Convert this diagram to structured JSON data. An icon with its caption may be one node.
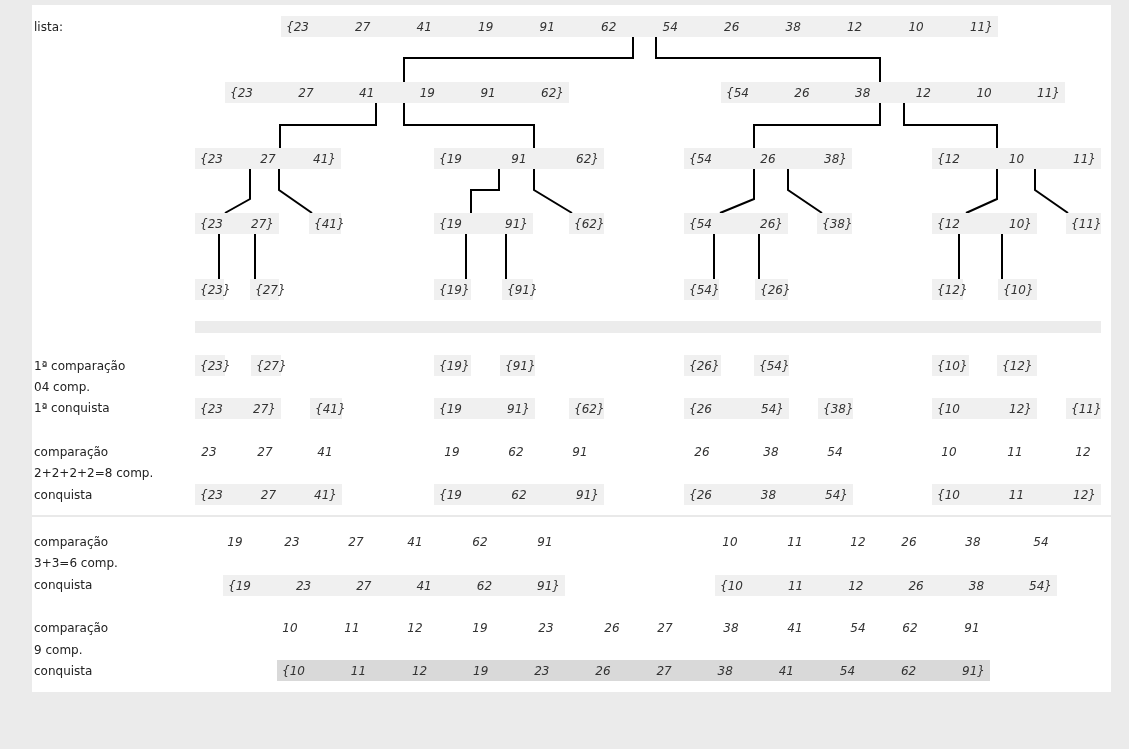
{
  "diagram": {
    "nodes": [
      {
        "text": [
          "{23",
          "27",
          "41",
          "19",
          "91",
          "62",
          "54",
          "26",
          "38",
          "12",
          "10",
          "11}"
        ]
      },
      {
        "text": [
          "{23",
          "27",
          "41",
          "19",
          "91",
          "62}"
        ]
      },
      {
        "text": [
          "{54",
          "26",
          "38",
          "12",
          "10",
          "11}"
        ]
      },
      {
        "text": [
          "{23",
          "27",
          "41}"
        ]
      },
      {
        "text": [
          "{19",
          "91",
          "62}"
        ]
      },
      {
        "text": [
          "{54",
          "26",
          "38}"
        ]
      },
      {
        "text": [
          "{12",
          "10",
          "11}"
        ]
      },
      {
        "text": [
          "{23",
          "27}"
        ]
      },
      {
        "text": [
          "{41}"
        ]
      },
      {
        "text": [
          "{19",
          "91}"
        ]
      },
      {
        "text": [
          "{62}"
        ]
      },
      {
        "text": [
          "{54",
          "26}"
        ]
      },
      {
        "text": [
          "{38}"
        ]
      },
      {
        "text": [
          "{12",
          "10}"
        ]
      },
      {
        "text": [
          "{11}"
        ]
      },
      {
        "text": [
          "{23}"
        ]
      },
      {
        "text": [
          "{27}"
        ]
      },
      {
        "text": [
          "{19}"
        ]
      },
      {
        "text": [
          "{91}"
        ]
      },
      {
        "text": [
          "{54}"
        ]
      },
      {
        "text": [
          "{26}"
        ]
      },
      {
        "text": [
          "{12}"
        ]
      },
      {
        "text": [
          "{10}"
        ]
      },
      {
        "text": [
          "{23}"
        ]
      },
      {
        "text": [
          "{27}"
        ]
      },
      {
        "text": [
          "{19}"
        ]
      },
      {
        "text": [
          "{91}"
        ]
      },
      {
        "text": [
          "{26}"
        ]
      },
      {
        "text": [
          "{54}"
        ]
      },
      {
        "text": [
          "{10}"
        ]
      },
      {
        "text": [
          "{12}"
        ]
      },
      {
        "text": [
          "{23",
          "27}"
        ]
      },
      {
        "text": [
          "{41}"
        ]
      },
      {
        "text": [
          "{19",
          "91}"
        ]
      },
      {
        "text": [
          "{62}"
        ]
      },
      {
        "text": [
          "{26",
          "54}"
        ]
      },
      {
        "text": [
          "{38}"
        ]
      },
      {
        "text": [
          "{10",
          "12}"
        ]
      },
      {
        "text": [
          "{11}"
        ]
      },
      {
        "text": [
          "{23",
          "27",
          "41}"
        ]
      },
      {
        "text": [
          "{19",
          "62",
          "91}"
        ]
      },
      {
        "text": [
          "{26",
          "38",
          "54}"
        ]
      },
      {
        "text": [
          "{10",
          "11",
          "12}"
        ]
      },
      {
        "text": [
          "{19",
          "23",
          "27",
          "41",
          "62",
          "91}"
        ]
      },
      {
        "text": [
          "{10",
          "11",
          "12",
          "26",
          "38",
          "54}"
        ]
      },
      {
        "text": [
          "{10",
          "11",
          "12",
          "19",
          "23",
          "26",
          "27",
          "38",
          "41",
          "54",
          "62",
          "91}"
        ]
      }
    ],
    "edges": [
      {
        "from": 0,
        "to": 1,
        "arrow": "none"
      },
      {
        "from": 0,
        "to": 2,
        "arrow": "none"
      },
      {
        "from": 1,
        "to": 3,
        "arrow": "none"
      },
      {
        "from": 1,
        "to": 4,
        "arrow": "none"
      },
      {
        "from": 2,
        "to": 5,
        "arrow": "none"
      },
      {
        "from": 2,
        "to": 6,
        "arrow": "none"
      },
      {
        "from": 3,
        "to": 7,
        "arrow": "none"
      },
      {
        "from": 3,
        "to": 8,
        "arrow": "none"
      },
      {
        "from": 4,
        "to": 9,
        "arrow": "none"
      },
      {
        "from": 4,
        "to": 10,
        "arrow": "none"
      },
      {
        "from": 5,
        "to": 11,
        "arrow": "none"
      },
      {
        "from": 5,
        "to": 12,
        "arrow": "none"
      },
      {
        "from": 6,
        "to": 13,
        "arrow": "none"
      },
      {
        "from": 6,
        "to": 14,
        "arrow": "none"
      },
      {
        "from": 7,
        "to": 15,
        "arrow": "none"
      },
      {
        "from": 7,
        "to": 16,
        "arrow": "none"
      },
      {
        "from": 9,
        "to": 17,
        "arrow": "none"
      },
      {
        "from": 9,
        "to": 18,
        "arrow": "none"
      },
      {
        "from": 11,
        "to": 19,
        "arrow": "none"
      },
      {
        "from": 11,
        "to": 20,
        "arrow": "none"
      },
      {
        "from": 13,
        "to": 21,
        "arrow": "none"
      },
      {
        "from": 13,
        "to": 22,
        "arrow": "none"
      }
    ],
    "labels": [
      "lista:",
      "1ª comparação",
      "04 comp.",
      "1ª conquista",
      "comparação",
      "23",
      "27",
      "41",
      "19",
      "62",
      "91",
      "26",
      "38",
      "54",
      "10",
      "11",
      "12",
      "2+2+2+2=8 comp.",
      "conquista",
      "comparação",
      "19",
      "23",
      "27",
      "41",
      "62",
      "91",
      "10",
      "11",
      "12",
      "26",
      "38",
      "54",
      "3+3=6 comp.",
      "conquista",
      "comparação",
      "10",
      "11",
      "12",
      "19",
      "23",
      "26",
      "27",
      "38",
      "41",
      "54",
      "62",
      "91",
      "9 comp.",
      "conquista"
    ]
  }
}
